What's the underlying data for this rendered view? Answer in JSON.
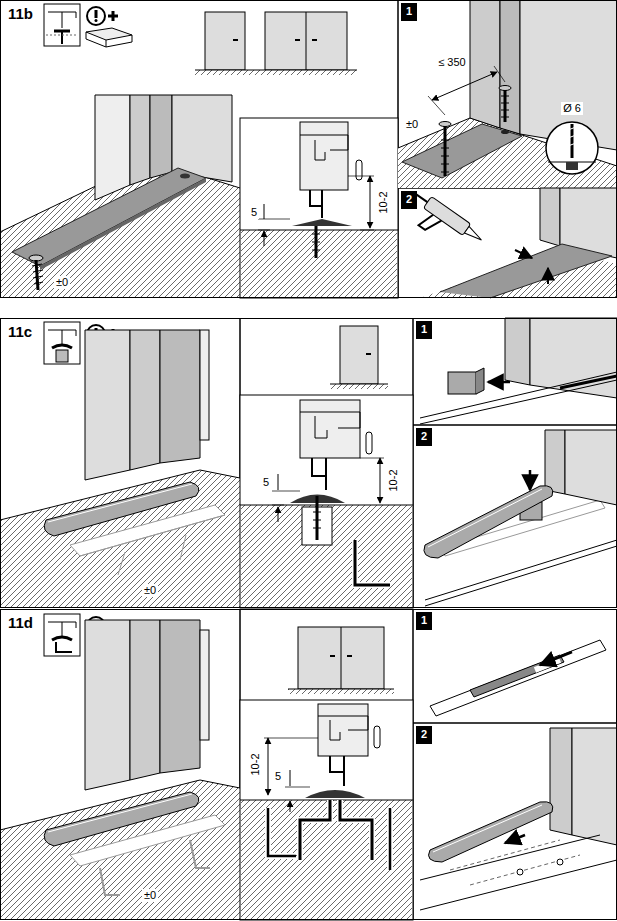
{
  "diagram": {
    "nodes": [
      {
        "text": [
          "11b"
        ]
      },
      {
        "text": [
          "1"
        ],
        "in": 0
      },
      {
        "text": [
          "2"
        ],
        "in": 0
      },
      {
        "text": [
          "11c"
        ]
      },
      {
        "text": [
          "1"
        ],
        "in": 3
      },
      {
        "text": [
          "2"
        ],
        "in": 3
      },
      {
        "text": [
          "11d"
        ]
      },
      {
        "text": [
          "1"
        ],
        "in": 6
      },
      {
        "text": [
          "2"
        ],
        "in": 6
      }
    ],
    "labels": [
      "±0",
      "5",
      "10-2",
      "≤ 350",
      "Ø 6",
      "±0",
      "±0",
      "5",
      "10-2",
      "±0",
      "10-2",
      "5"
    ]
  }
}
